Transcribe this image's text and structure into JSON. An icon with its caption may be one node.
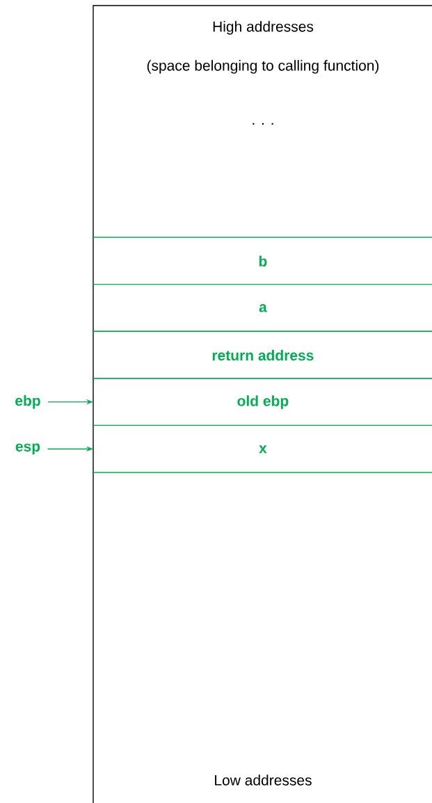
{
  "diagram": {
    "nodes": [
      {
        "text": [
          "High addresses",
          "(space belonging to calling function)",
          ". . .",
          "Low addresses"
        ]
      },
      {
        "text": [
          "b"
        ],
        "in": 0
      },
      {
        "text": [
          "a"
        ],
        "in": 0
      },
      {
        "text": [
          "return address"
        ],
        "in": 0
      },
      {
        "text": [
          "old ebp"
        ],
        "in": 0
      },
      {
        "text": [
          "x"
        ],
        "in": 0
      },
      {
        "text": [
          "ebp"
        ]
      },
      {
        "text": [
          "esp"
        ]
      }
    ],
    "edges": [
      {
        "from": 6,
        "to": 4,
        "arrow": "to",
        "color": "#00b050"
      },
      {
        "from": 7,
        "to": 5,
        "arrow": "to",
        "color": "#00b050"
      }
    ]
  }
}
